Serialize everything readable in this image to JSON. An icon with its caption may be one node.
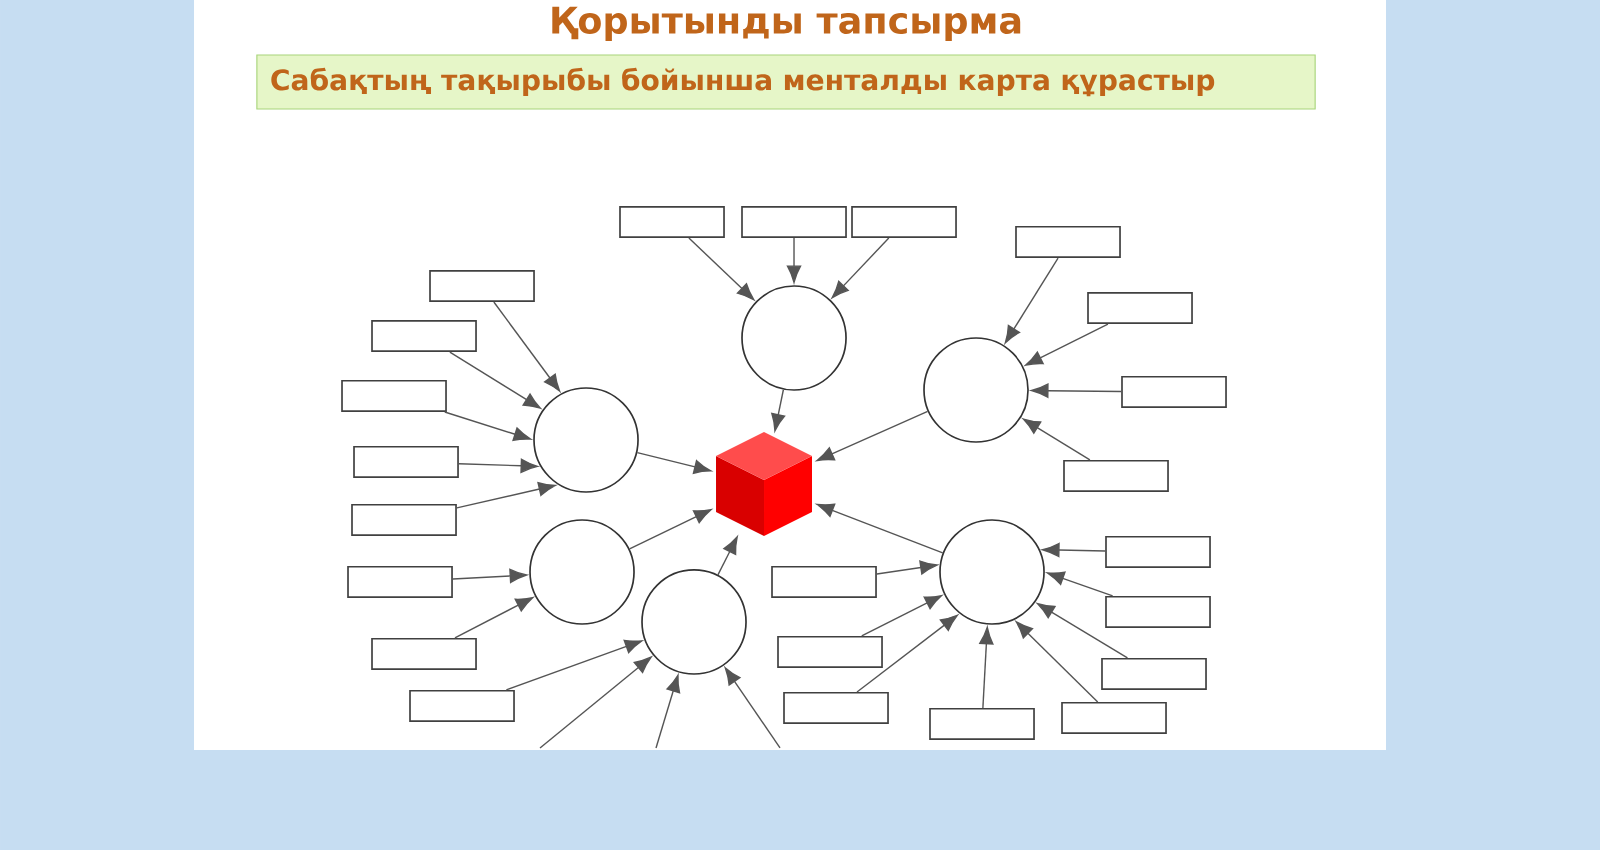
{
  "diagram": {
    "title": "Қорытынды тапсырма",
    "nodes": [
      {
        "text": [
          "Сабақтың тақырыбы бойынша менталды карта құрастыр"
        ]
      },
      {
        "text": [],
        "shape": "cube"
      },
      {
        "text": [],
        "shape": "circle"
      },
      {
        "text": [],
        "shape": "circle"
      },
      {
        "text": [],
        "shape": "circle"
      },
      {
        "text": [],
        "shape": "circle"
      },
      {
        "text": [],
        "shape": "circle"
      },
      {
        "text": [],
        "shape": "circle"
      },
      {
        "text": [],
        "shape": "box"
      },
      {
        "text": [],
        "shape": "box"
      },
      {
        "text": [],
        "shape": "box"
      },
      {
        "text": [],
        "shape": "box"
      },
      {
        "text": [],
        "shape": "box"
      },
      {
        "text": [],
        "shape": "box"
      },
      {
        "text": [],
        "shape": "box"
      },
      {
        "text": [],
        "shape": "box"
      },
      {
        "text": [],
        "shape": "box"
      },
      {
        "text": [],
        "shape": "box"
      },
      {
        "text": [],
        "shape": "box"
      },
      {
        "text": [],
        "shape": "box"
      },
      {
        "text": [],
        "shape": "box"
      },
      {
        "text": [],
        "shape": "box"
      },
      {
        "text": [],
        "shape": "box"
      },
      {
        "text": [],
        "shape": "box"
      },
      {
        "text": [],
        "shape": "box"
      },
      {
        "text": [],
        "shape": "box"
      },
      {
        "text": [],
        "shape": "box"
      },
      {
        "text": [],
        "shape": "box"
      },
      {
        "text": [],
        "shape": "box"
      },
      {
        "text": [],
        "shape": "box"
      },
      {
        "text": [],
        "shape": "box"
      }
    ],
    "edges": [
      {
        "from": 2,
        "to": 1,
        "arrow": "to"
      },
      {
        "from": 3,
        "to": 1,
        "arrow": "to"
      },
      {
        "from": 4,
        "to": 1,
        "arrow": "to"
      },
      {
        "from": 5,
        "to": 1,
        "arrow": "to"
      },
      {
        "from": 6,
        "to": 1,
        "arrow": "to"
      },
      {
        "from": 7,
        "to": 1,
        "arrow": "to"
      },
      {
        "from": 8,
        "to": 2,
        "arrow": "to"
      },
      {
        "from": 9,
        "to": 2,
        "arrow": "to"
      },
      {
        "from": 10,
        "to": 2,
        "arrow": "to"
      },
      {
        "from": 11,
        "to": 3,
        "arrow": "to"
      },
      {
        "from": 12,
        "to": 3,
        "arrow": "to"
      },
      {
        "from": 13,
        "to": 3,
        "arrow": "to"
      },
      {
        "from": 14,
        "to": 3,
        "arrow": "to"
      },
      {
        "from": 15,
        "to": 4,
        "arrow": "to"
      },
      {
        "from": 16,
        "to": 4,
        "arrow": "to"
      },
      {
        "from": 17,
        "to": 4,
        "arrow": "to"
      },
      {
        "from": 18,
        "to": 4,
        "arrow": "to"
      },
      {
        "from": 19,
        "to": 4,
        "arrow": "to"
      },
      {
        "from": 20,
        "to": 5,
        "arrow": "to"
      },
      {
        "from": 21,
        "to": 5,
        "arrow": "to"
      },
      {
        "from": 22,
        "to": 6,
        "arrow": "to"
      },
      {
        "from": null,
        "to": 6,
        "arrow": "to"
      },
      {
        "from": null,
        "to": 6,
        "arrow": "to"
      },
      {
        "from": null,
        "to": 6,
        "arrow": "to"
      },
      {
        "from": 23,
        "to": 7,
        "arrow": "to"
      },
      {
        "from": 24,
        "to": 7,
        "arrow": "to"
      },
      {
        "from": 25,
        "to": 7,
        "arrow": "to"
      },
      {
        "from": 26,
        "to": 7,
        "arrow": "to"
      },
      {
        "from": 27,
        "to": 7,
        "arrow": "to"
      },
      {
        "from": 28,
        "to": 7,
        "arrow": "to"
      },
      {
        "from": 29,
        "to": 7,
        "arrow": "to"
      },
      {
        "from": 30,
        "to": 7,
        "arrow": "to"
      }
    ]
  }
}
